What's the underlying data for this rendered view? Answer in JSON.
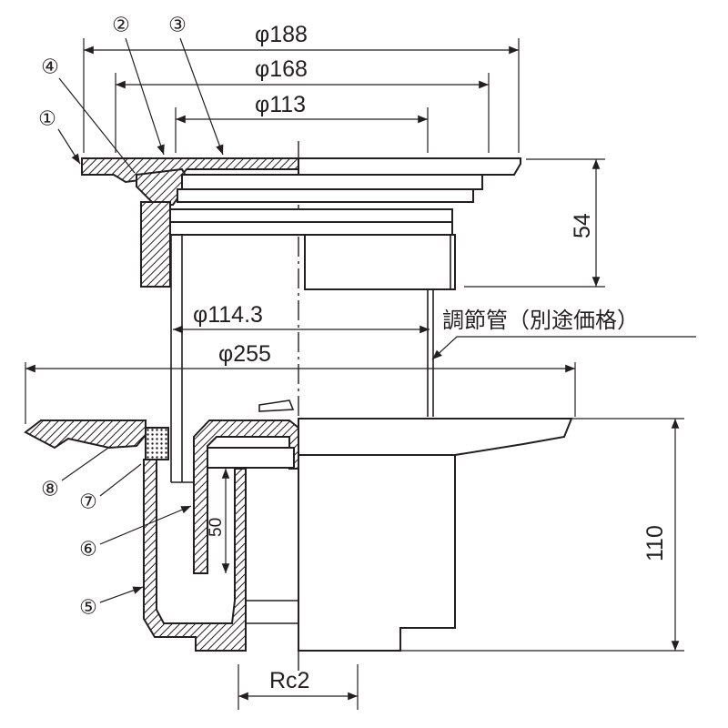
{
  "dimensions": {
    "d188": "φ188",
    "d168": "φ168",
    "d113": "φ113",
    "h54": "54",
    "d114_3": "φ114.3",
    "d255": "φ255",
    "h110": "110",
    "h50": "50",
    "thread": "Rc2"
  },
  "callouts": [
    "①",
    "②",
    "③",
    "④",
    "⑤",
    "⑥",
    "⑦",
    "⑧"
  ],
  "note": "調節管（別途価格）"
}
